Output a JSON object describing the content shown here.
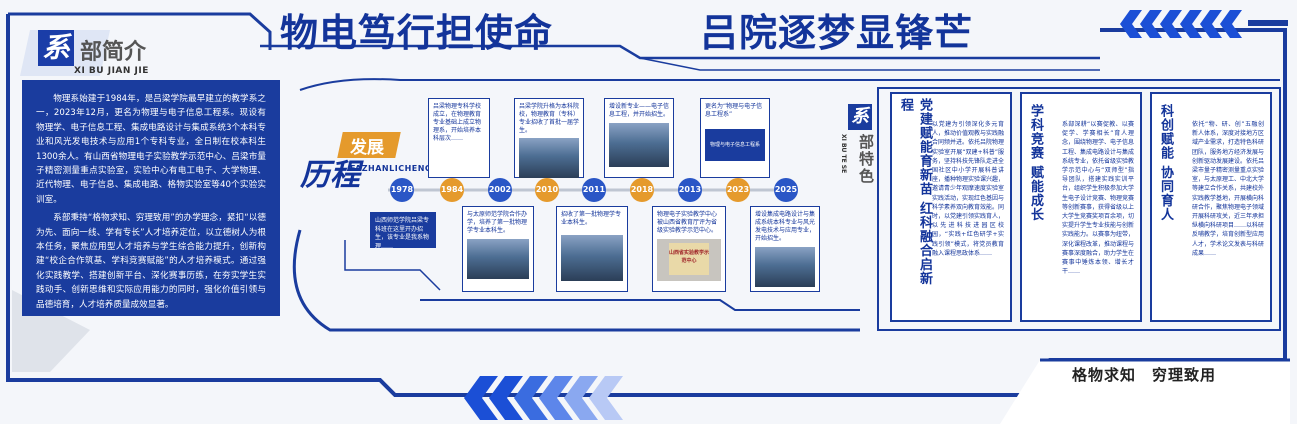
{
  "header": {
    "title_left": "物电笃行担使命",
    "title_right": "吕院逐梦显锋芒",
    "chevrons": "<<<<<<"
  },
  "intro": {
    "badge_char": "系",
    "title": "部简介",
    "pinyin": "XI BU JIAN JIE",
    "paragraphs": [
      "物理系始建于1984年，是吕梁学院最早建立的教学系之一，2023年12月，更名为物理与电子信息工程系。现设有物理学、电子信息工程、集成电路设计与集成系统3个本科专业和风光发电技术与应用1个专科专业，全日制在校本科生1300余人。有山西省物理电子实验教学示范中心、吕梁市量子精密测量重点实验室，实验中心有电工电子、大学物理、近代物理、电子信息、集成电路、格物实验室等40个实验实训室。",
      "系部秉持“格物求知、穷理致用”的办学理念，紧扣“以德为先、面向一线、学有专长”人才培养定位，以立德树人为根本任务，聚焦应用型人才培养与学生综合能力提升，创新构建“校企合作筑基、学科竞赛赋能”的人才培养模式。通过强化实践教学、搭建创新平台、深化赛事历练，在夯实学生实践动手、创新思维和实际应用能力的同时，强化价值引领与品德培育，人才培养质量成效显著。"
    ]
  },
  "history": {
    "title_main": "历程",
    "badge": "发展",
    "pinyin": "FAZHANLICHENG",
    "years": [
      "1978",
      "1984",
      "2002",
      "2010",
      "2011",
      "2018",
      "2013",
      "2023",
      "2025"
    ],
    "top_notes": [
      "吕梁物理专科学校成立，在物理教育专业基础上成立物理系，开始培养本科层次……",
      "吕梁学院升格为本科院校，物理教育（专科）专业招收了首批一届学生。",
      "增设新专业——电子信息工程，并开始招生。",
      "更名为“物理与电子信息工程系”"
    ],
    "bottom_notes": [
      "山西师范学院吕梁专科班在这里开办招生，该专业是我系物理……",
      "与太原师范学院合作办学，培养了第一批物理学专业本科生。",
      "招收了第一批物理学专业本科生。",
      "物理电子实验教学中心被山西省教育厅评为省级实验教学示范中心。",
      "增设集成电路设计与集成系统本科专业与风光发电技术与应用专业，开始招生。"
    ],
    "plaque_text": "山西省实验教学示范中心",
    "sign_text": "物理与电子信息工程系"
  },
  "feature": {
    "badge_char": "系",
    "title": "部特色",
    "pinyin": "XI BU TE SE",
    "columns": [
      {
        "title": "党建赋能育新苗 红科融合启新程",
        "text": "以党建为引领深化多元育人，推动价值观教与实践融合同频并进。依托吕院物理实验室开展“双建+科普”服务，坚持科技先锋队走进全国社区中小学开展科普讲座，播种物理实验课兴趣，邀请青少年观摩速度实验室实践活动，实现红色基因与科学素养双向教育效能。同时，以党建引领实践育人，以先进科技进园区校园，“实践+红色研学+实践引领”模式，将党员教育融入课程思政体系……"
      },
      {
        "title": "学科竞赛 赋能成长",
        "text": "系部深耕“以赛促教、以赛促学、学赛相长”育人理念，围绕物理学、电子信息工程、集成电路设计与集成系统专业，依托省级实验教学示范中心与“双师型”指导团队，搭建实践实训平台，组织学生积极参加大学生电子设计竞赛、物理竞赛等创新赛事，获得省级以上大学生竞赛奖项百余项，切实提升学生专业技能与创新实践能力。以赛事为纽带，深化课程改革，推动课程与赛事深度融合，助力学生在赛事中锤炼本领、增长才干……"
      },
      {
        "title": "科创赋能 协同育人",
        "text": "依托“物、研、创”五融创新人体系，深度对接地方区域产业需求，打造特色科研团队，服务地方经济发展与创新驱动发展建设。依托吕梁市量子精密测量重点实验室，与太原理工、中北大学等建立合作关系，共建校外实践教学基地，开展横向科研合作，聚焦物理电子领域开展科研攻关，近三年承担纵横向科研项目……以科研反哺教学，培育创新型应用人才，学术论文发表与科研成果……"
      }
    ]
  },
  "footer": {
    "motto": "格物求知　穷理致用"
  },
  "colors": {
    "primary": "#1a3c9e",
    "accent": "#1b4fd6",
    "year_dot": "#2a56c6",
    "gold": "#e59a2c"
  }
}
